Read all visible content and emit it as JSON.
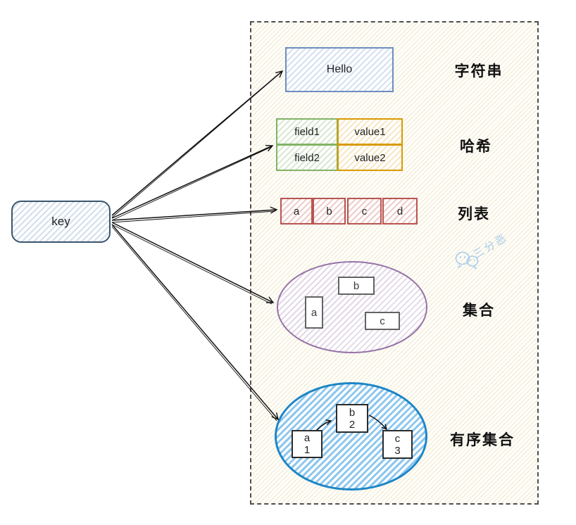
{
  "key_node": {
    "label": "key"
  },
  "types": {
    "string": {
      "label": "字符串",
      "value": "Hello"
    },
    "hash": {
      "label": "哈希",
      "rows": [
        {
          "field": "field1",
          "value": "value1"
        },
        {
          "field": "field2",
          "value": "value2"
        }
      ]
    },
    "list": {
      "label": "列表",
      "items": [
        "a",
        "b",
        "c",
        "d"
      ]
    },
    "set": {
      "label": "集合",
      "items": [
        "a",
        "b",
        "c"
      ]
    },
    "sorted_set": {
      "label": "有序集合",
      "members": [
        {
          "member": "a",
          "score": "1"
        },
        {
          "member": "b",
          "score": "2"
        },
        {
          "member": "c",
          "score": "3"
        }
      ]
    }
  },
  "watermark": {
    "text": "三分恶",
    "icon": "wechat-icon"
  },
  "colors": {
    "string_border": "#6c8ebf",
    "string_fill": "#dae8fc",
    "hash_field_border": "#82b366",
    "hash_field_fill": "#d5e8d4",
    "hash_value_border": "#d79b00",
    "hash_value_fill": "#ffe6cc",
    "list_border": "#b85450",
    "list_fill": "#f8cecc",
    "set_border": "#9673a6",
    "set_fill": "#e1d5e7",
    "sorted_set_border": "#1e86c6",
    "sorted_set_fill": "#8cc6ee",
    "key_border": "#3a566e",
    "container_border": "#4f4f4f",
    "arrow": "#111111",
    "watermark_color": "#a9cbe9"
  }
}
